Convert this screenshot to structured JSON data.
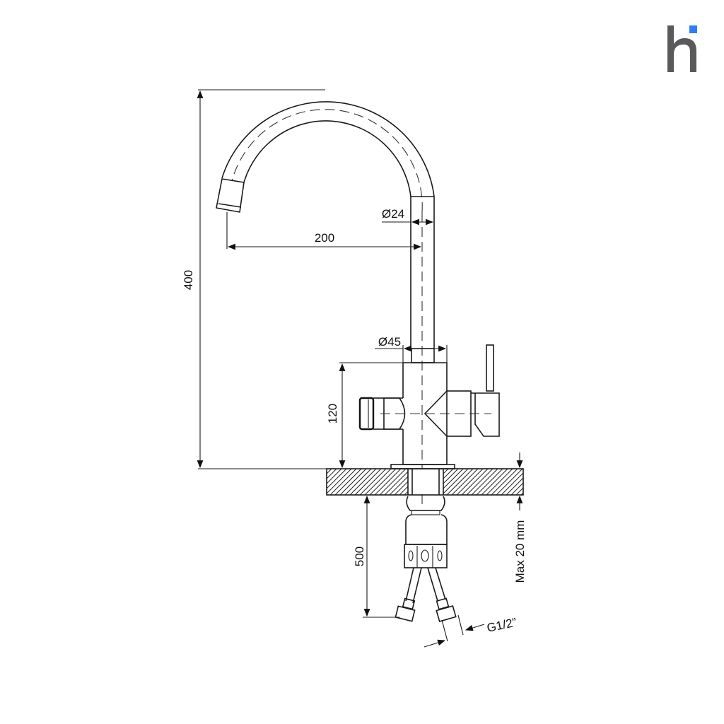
{
  "logo": {
    "label": "h",
    "letter_color": "#5a5a5c",
    "accent_color": "#2f7cf6"
  },
  "dimensions": {
    "height_total": "400",
    "spout_reach": "200",
    "spout_diameter": "Ø24",
    "body_diameter": "Ø45",
    "body_height": "120",
    "hose_length": "500",
    "max_counter_thickness": "Max 20 mm",
    "thread_size": "G1/2”"
  }
}
